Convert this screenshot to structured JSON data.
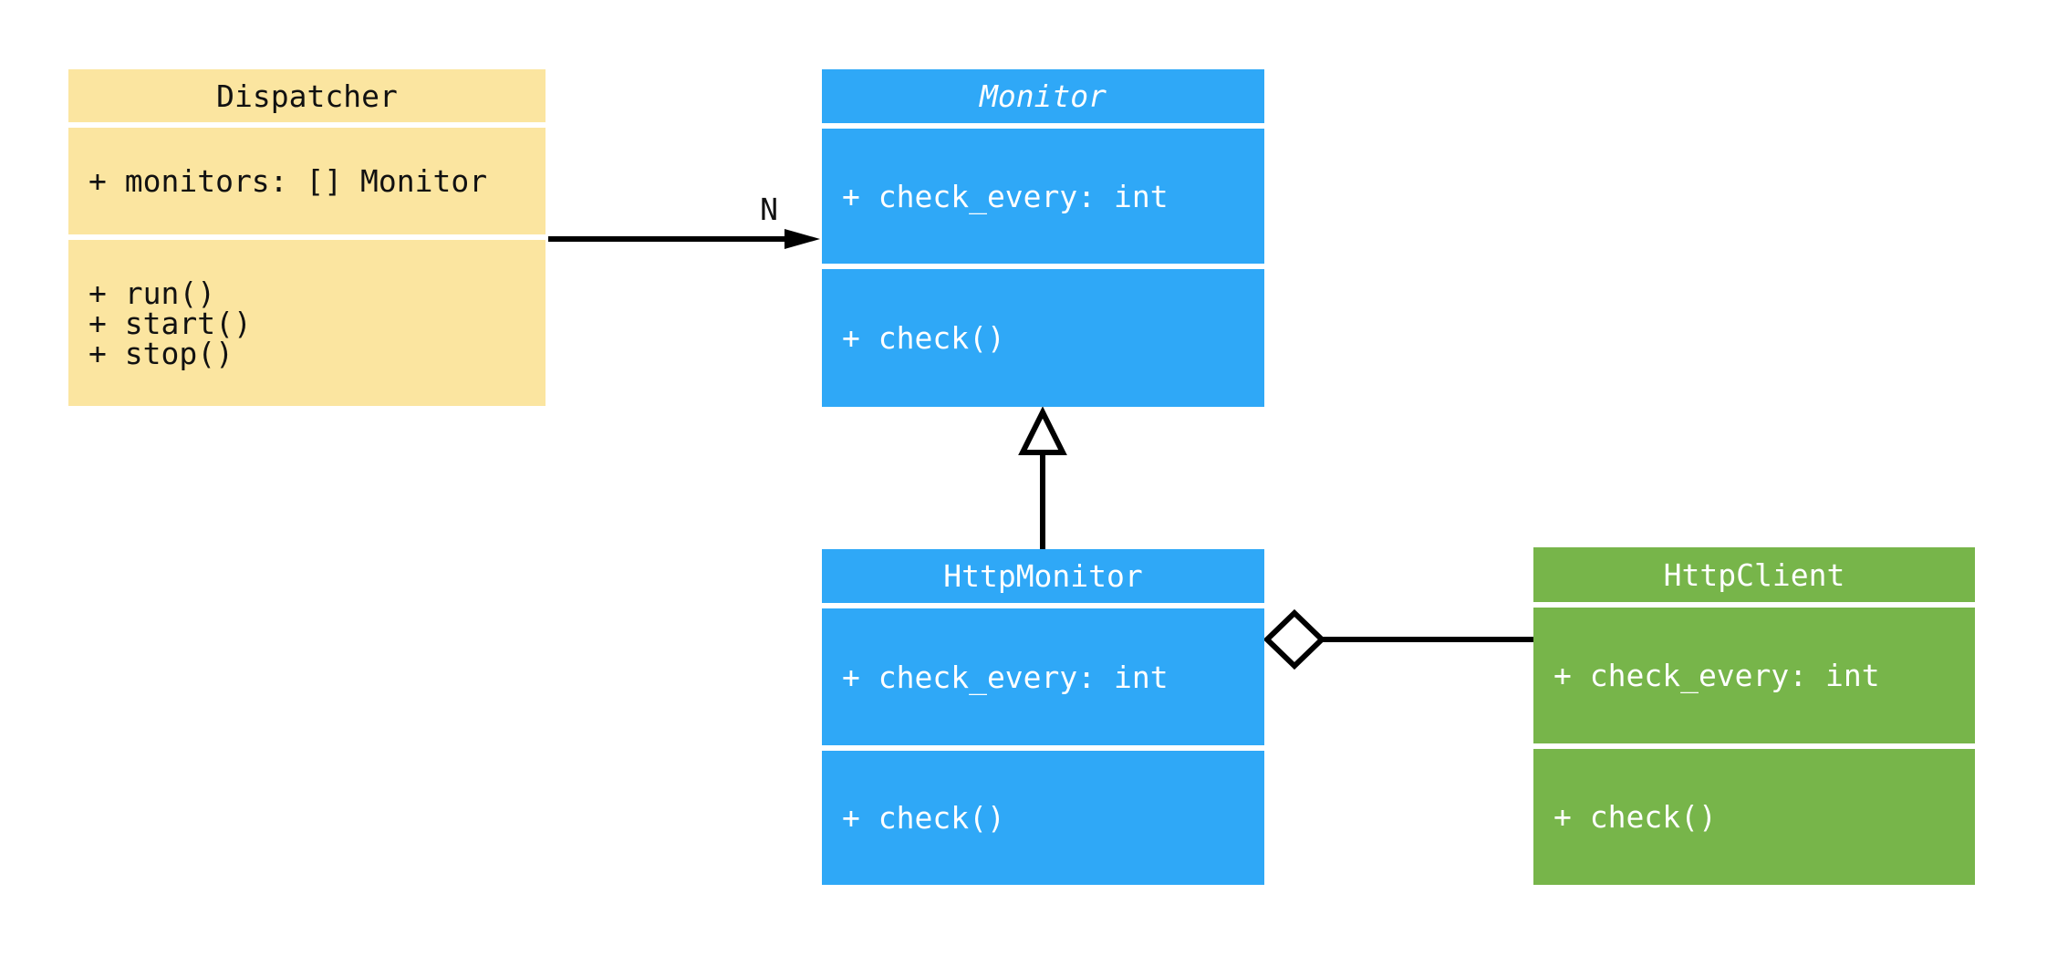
{
  "diagram": {
    "kind": "uml-class-diagram",
    "background_color": "#ffffff",
    "connector_color": "#000000"
  },
  "classes": [
    {
      "name": "Dispatcher",
      "abstract": false,
      "fill": "#FBE5A0",
      "text_color": "#111111",
      "attributes": [
        "+ monitors: [] Monitor"
      ],
      "methods": [
        "+ run()",
        "+ start()",
        "+ stop()"
      ]
    },
    {
      "name": "Monitor",
      "abstract": true,
      "fill": "#2FA8F7",
      "text_color": "#FFFFFF",
      "attributes": [
        "+ check_every: int"
      ],
      "methods": [
        "+ check()"
      ]
    },
    {
      "name": "HttpMonitor",
      "abstract": false,
      "fill": "#2FA8F7",
      "text_color": "#FFFFFF",
      "attributes": [
        "+ check_every: int"
      ],
      "methods": [
        "+ check()"
      ]
    },
    {
      "name": "HttpClient",
      "abstract": false,
      "fill": "#77B54A",
      "text_color": "#FFFFFF",
      "attributes": [
        "+ check_every: int"
      ],
      "methods": [
        "+ check()"
      ]
    }
  ],
  "relationships": [
    {
      "type": "association",
      "from": "Dispatcher",
      "to": "Monitor",
      "label": "N",
      "arrow": "filled-arrowhead"
    },
    {
      "type": "inheritance",
      "from": "HttpMonitor",
      "to": "Monitor",
      "label": "",
      "arrow": "hollow-triangle"
    },
    {
      "type": "aggregation",
      "from": "HttpMonitor",
      "to": "HttpClient",
      "label": "",
      "arrow": "hollow-diamond"
    }
  ]
}
